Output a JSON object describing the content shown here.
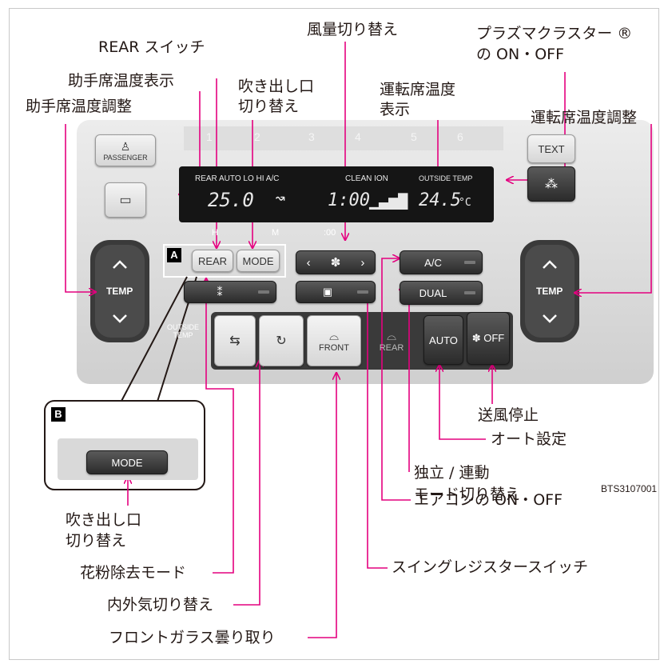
{
  "colors": {
    "pointer": "#e4007f",
    "panel": "#d9d9d9",
    "display": "#151515"
  },
  "labels": {
    "rear_switch": "REAR スイッチ",
    "passenger_temp_display": "助手席温度表示",
    "passenger_temp_adjust": "助手席温度調整",
    "outlet_switch_top": "吹き出し口\n切り替え",
    "fan_speed": "風量切り替え",
    "driver_temp_display": "運転席温度\n表示",
    "plasmacluster": "プラズマクラスター ®\nの ON・OFF",
    "driver_temp_adjust": "運転席温度調整",
    "fan_stop": "送風停止",
    "auto_setting": "オート設定",
    "dual_mode": "独立 / 連動\nモード切り替え",
    "ac_onoff": "エアコンの ON・OFF",
    "swing_register": "スイングレジスタースイッチ",
    "outlet_switch_bottom": "吹き出し口\n切り替え",
    "pollen_mode": "花粉除去モード",
    "recirculation": "内外気切り替え",
    "windshield_defog": "フロントガラス曇り取り"
  },
  "figure_code": "BTS3107001",
  "callouts": {
    "a": "A",
    "b": "B"
  },
  "panel": {
    "preset_numbers": [
      "1",
      "2",
      "3",
      "4",
      "5",
      "6"
    ],
    "passenger_label": "PASSENGER",
    "text_button": "TEXT",
    "temp_left": "TEMP",
    "temp_right": "TEMP",
    "rear_button": "REAR",
    "mode_button": "MODE",
    "mode_button_zoom": "MODE",
    "ac_button": "A/C",
    "dual_button": "DUAL",
    "auto_button": "AUTO",
    "off_button": "✽ OFF",
    "front_label": "FRONT",
    "rear_label": "REAR",
    "outside_temp_label": "OUTSIDE\nTEMP",
    "clock_h": "H",
    "clock_m": "M",
    "clock_00": ":00"
  },
  "display": {
    "indicators": "REAR AUTO LO HI A/C",
    "clean_ion": "CLEAN  ION",
    "outside_temp_caption": "OUTSIDE TEMP",
    "passenger_temp": "25.0",
    "time": "1:00",
    "outside_temp": "24.5",
    "unit": "°C"
  }
}
